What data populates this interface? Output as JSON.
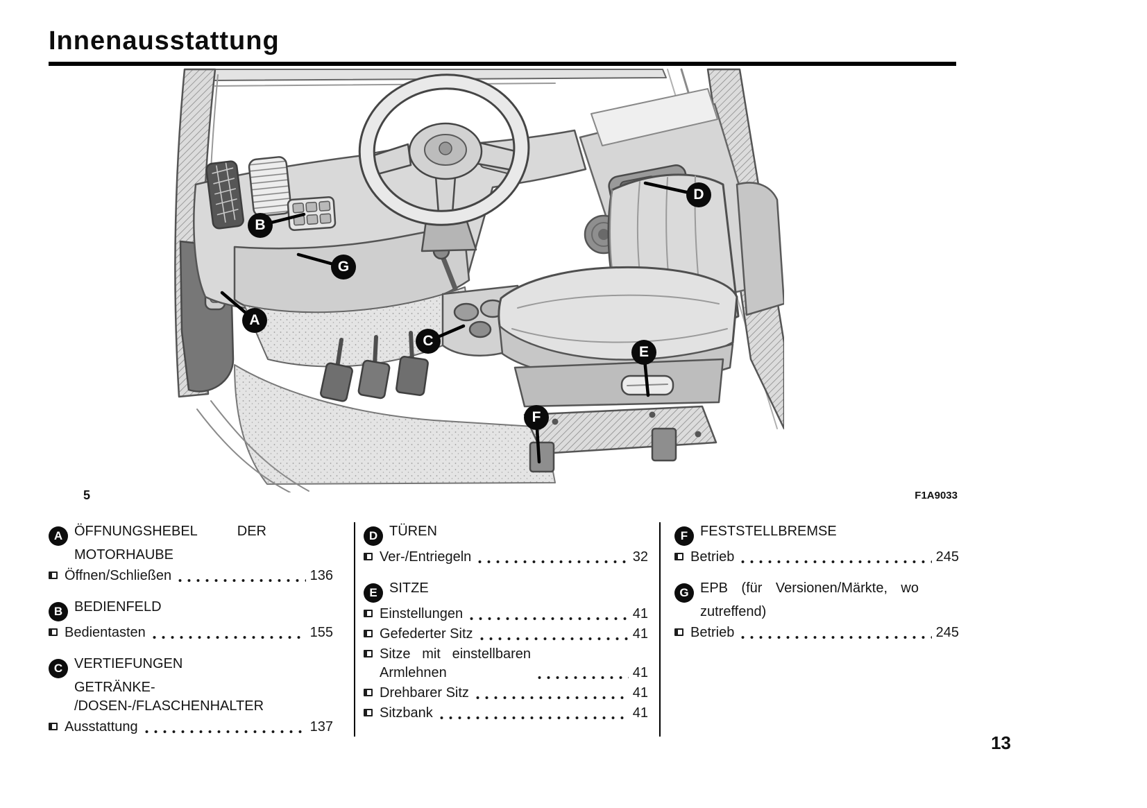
{
  "colors": {
    "ink": "#111111",
    "rule": "#000000"
  },
  "icons": {
    "entry_bullet": "square-outline-bullet",
    "section_marker": "black-circle-letter"
  },
  "header": {
    "title": "Innenausstattung"
  },
  "figure": {
    "number": "5",
    "code": "F1A9033",
    "callouts": [
      {
        "id": "A",
        "label": "A"
      },
      {
        "id": "B",
        "label": "B"
      },
      {
        "id": "C",
        "label": "C"
      },
      {
        "id": "D",
        "label": "D"
      },
      {
        "id": "E",
        "label": "E"
      },
      {
        "id": "F",
        "label": "F"
      },
      {
        "id": "G",
        "label": "G"
      }
    ]
  },
  "index": {
    "columns": [
      {
        "sections": [
          {
            "marker": "A",
            "title": "ÖFFNUNGSHEBEL DER MOTORHAUBE",
            "entries": [
              {
                "label": "Öffnen/Schließen",
                "page": "136"
              }
            ]
          },
          {
            "marker": "B",
            "title": "BEDIENFELD",
            "entries": [
              {
                "label": "Bedientasten",
                "page": "155"
              }
            ]
          },
          {
            "marker": "C",
            "title": "VERTIEFUNGEN GETRÄNKE-\n/DOSEN-/FLASCHENHALTER",
            "entries": [
              {
                "label": "Ausstattung",
                "page": "137"
              }
            ]
          }
        ]
      },
      {
        "sections": [
          {
            "marker": "D",
            "title": "TÜREN",
            "entries": [
              {
                "label": "Ver-/Entriegeln",
                "page": "32"
              }
            ]
          },
          {
            "marker": "E",
            "title": "SITZE",
            "entries": [
              {
                "label": "Einstellungen",
                "page": "41"
              },
              {
                "label": "Gefederter Sitz",
                "page": "41"
              },
              {
                "label": "Sitze mit einstellbaren Armlehnen",
                "page": "41"
              },
              {
                "label": "Drehbarer Sitz",
                "page": "41"
              },
              {
                "label": "Sitzbank",
                "page": "41"
              }
            ]
          }
        ]
      },
      {
        "sections": [
          {
            "marker": "F",
            "title": "FESTSTELLBREMSE",
            "entries": [
              {
                "label": "Betrieb",
                "page": "245"
              }
            ]
          },
          {
            "marker": "G",
            "title": "EPB (für Versionen/Märkte, wo zutreffend)",
            "entries": [
              {
                "label": "Betrieb",
                "page": "245"
              }
            ]
          }
        ]
      }
    ]
  },
  "footer": {
    "page_number": "13"
  }
}
